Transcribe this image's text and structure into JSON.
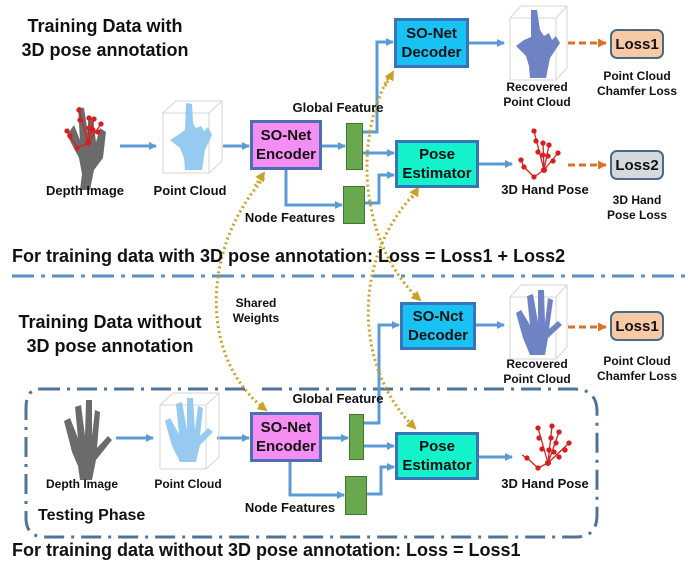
{
  "top_section": {
    "title_line1": "Training Data with",
    "title_line2": "3D pose annotation",
    "depth_image_label": "Depth Image",
    "point_cloud_label": "Point Cloud",
    "encoder_line1": "SO-Net",
    "encoder_line2": "Encoder",
    "global_feature_label": "Global Feature",
    "node_features_label": "Node Features",
    "decoder_line1": "SO-Net",
    "decoder_line2": "Decoder",
    "pose_line1": "Pose",
    "pose_line2": "Estimator",
    "recovered_line1": "Recovered",
    "recovered_line2": "Point Cloud",
    "hand_pose_label": "3D Hand Pose",
    "loss1_label": "Loss1",
    "loss1_desc_line1": "Point Cloud",
    "loss1_desc_line2": "Chamfer Loss",
    "loss2_label": "Loss2",
    "loss2_desc_line1": "3D Hand",
    "loss2_desc_line2": "Pose Loss",
    "loss_equation": "For training data with 3D pose annotation: Loss = Loss1 + Loss2"
  },
  "shared_weights": {
    "line1": "Shared",
    "line2": "Weights"
  },
  "bottom_section": {
    "title_line1": "Training Data without",
    "title_line2": "3D pose annotation",
    "depth_image_label": "Depth Image",
    "point_cloud_label": "Point Cloud",
    "encoder_line1": "SO-Net",
    "encoder_line2": "Encoder",
    "global_feature_label": "Global Feature",
    "node_features_label": "Node Features",
    "decoder_line1": "SO-Nct",
    "decoder_line2": "Decoder",
    "pose_line1": "Pose",
    "pose_line2": "Estimator",
    "recovered_line1": "Recovered",
    "recovered_line2": "Point Cloud",
    "hand_pose_label": "3D Hand Pose",
    "loss1_label": "Loss1",
    "loss1_desc_line1": "Point Cloud",
    "loss1_desc_line2": "Chamfer Loss",
    "testing_phase_label": "Testing Phase",
    "loss_equation": "For training data without 3D pose annotation: Loss = Loss1"
  },
  "colors": {
    "encoder_fill": "#f58ef3",
    "decoder_fill": "#19c2f4",
    "pose_fill": "#14f2cc",
    "feature_fill": "#6aa84f",
    "loss1_fill": "#f8c9a5",
    "loss2_fill": "#d5d9de",
    "flow_arrow": "#5b9bd5",
    "loss_arrow": "#d9732a",
    "shared_weights_dots": "#c9a227",
    "separator": "#5b8fbf"
  }
}
